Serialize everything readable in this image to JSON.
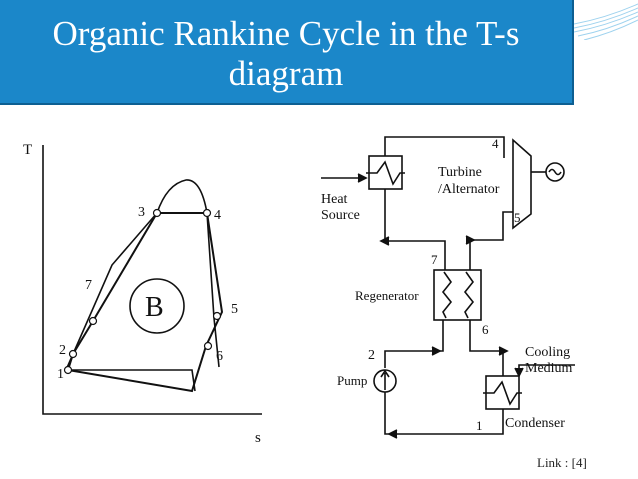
{
  "slide": {
    "title": "Organic Rankine Cycle in the T-s diagram",
    "accent_color": "#1b87c9",
    "link_text": "Link : [4]"
  },
  "ts_diagram": {
    "y_axis": "T",
    "x_axis": "s",
    "cycle_label": "B",
    "points": [
      "1",
      "2",
      "3",
      "4",
      "5",
      "6",
      "7"
    ]
  },
  "schematic": {
    "turbine": "Turbine",
    "alternator": "/Alternator",
    "heat_source_1": "Heat",
    "heat_source_2": "Source",
    "regenerator": "Regenerator",
    "pump": "Pump",
    "cooling_1": "Cooling",
    "cooling_2": "Medium",
    "condenser": "Condenser",
    "states": [
      "1",
      "2",
      "4",
      "5",
      "6",
      "7"
    ]
  }
}
